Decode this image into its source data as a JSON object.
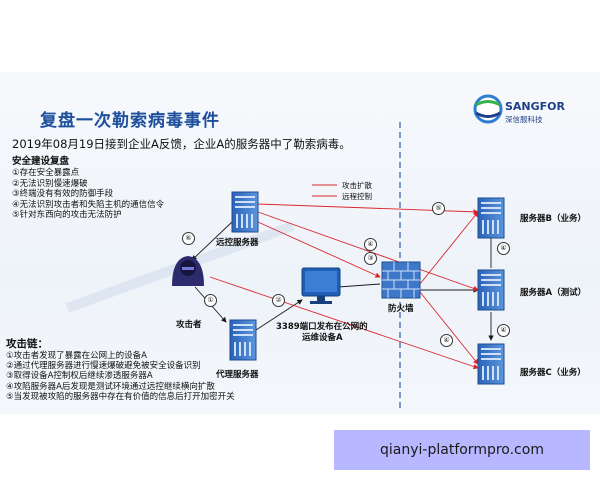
{
  "title": "复盘一次勒索病毒事件",
  "subtitle": "2019年08月19日接到企业A反馈，企业A的服务器中了勒索病毒。",
  "brand": {
    "name": "SANGFOR",
    "sub": "深信服科技"
  },
  "checklist": {
    "heading": "安全建设复盘",
    "items": [
      "①存在安全暴露点",
      "②无法识别慢速爆破",
      "③终端没有有效的防御手段",
      "④无法识别攻击者和失陷主机的通信信令",
      "⑤针对东西向的攻击无法防护"
    ]
  },
  "legend": {
    "spread": "攻击扩散",
    "control": "远程控制"
  },
  "nodes": {
    "remote_server": "远控服务器",
    "attacker": "攻击者",
    "proxy_server": "代理服务器",
    "ops_device_line1": "3389端口发布在公网的",
    "ops_device_line2": "运维设备A",
    "firewall": "防火墙",
    "server_b": "服务器B（业务）",
    "server_a": "服务器A（测试）",
    "server_c": "服务器C（业务）"
  },
  "steps": [
    "①",
    "②",
    "③",
    "④",
    "⑤",
    "⑥"
  ],
  "attack_chain": {
    "heading": "攻击链：",
    "items": [
      "①攻击者发现了暴露在公网上的设备A",
      "②通过代理服务器进行慢速爆破避免被安全设备识别",
      "③取得设备A控制权后继续渗透服务器A",
      "④攻陷服务器A后发现是测试环境通过远控继续横向扩散",
      "⑤当发现被攻陷的服务器中存在有价值的信息后打开加密开关"
    ]
  },
  "watermark": "qianyi-platformpro.com",
  "colors": {
    "title": "#1d4f9c",
    "server": "#2f6fc4",
    "arrow": "#d9262b",
    "brand": "#1f3f87",
    "watermark_bg": "#b7b8ff"
  },
  "icons": [
    "server-icon",
    "monitor-icon",
    "firewall-icon",
    "hacker-icon",
    "sangfor-logo-icon"
  ]
}
